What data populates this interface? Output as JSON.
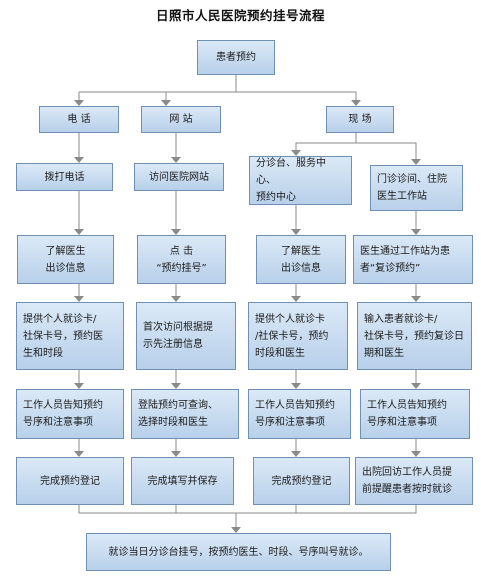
{
  "title": "日照市人民医院预约挂号流程",
  "root": "患者预约",
  "channels": [
    "电 话",
    "网 站",
    "现 场"
  ],
  "col1": {
    "step1": "拨打电话",
    "step2": "了解医生\n出诊信息",
    "step3": "提供个人就诊卡/\n社保卡号，预约医\n生和时段",
    "step4": "工作人员告知预约\n号序和注意事项",
    "step5": "完成预约登记"
  },
  "col2": {
    "step1": "访问医院网站",
    "step2": "点 击\n“预约挂号”",
    "step3": "首次访问根据提\n示先注册信息",
    "step4": "登陆预约可查询、\n选择时段和医生",
    "step5": "完成填写并保存"
  },
  "col3": {
    "step1": "分诊台、服务中心、\n预约中心",
    "step2": "了解医生\n出诊信息",
    "step3": "提供个人就诊卡\n/社保卡号，预约\n时段和医生",
    "step4": "工作人员告知预约\n号序和注意事项",
    "step5": "完成预约登记"
  },
  "col4": {
    "step1": "门诊诊间、住院\n医生工作站",
    "step2": "医生通过工作站为患\n者“复诊预约”",
    "step3": "输入患者就诊卡/\n社保卡号，预约复诊日\n期和医生",
    "step4": "工作人员告知预约\n号序和注意事项",
    "step5": "出院回访工作人员提\n前提醒患者按时就诊"
  },
  "final": "就诊当日分诊台挂号，按预约医生、时段、号序叫号就诊。",
  "colors": {
    "box_top": "#dbe9f6",
    "box_bottom": "#b8d0ea",
    "border": "#6f8fb3",
    "line": "#8a8a8a"
  }
}
